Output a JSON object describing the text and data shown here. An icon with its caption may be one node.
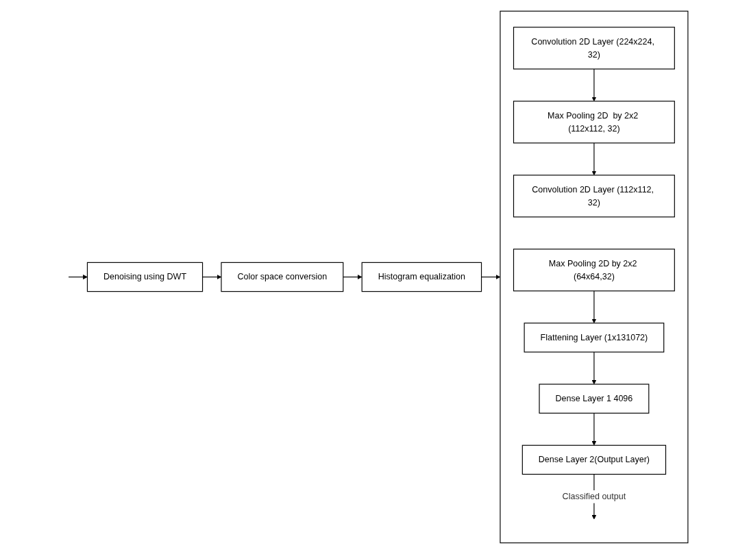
{
  "diagram": {
    "nodes": [
      {
        "text": [
          "Denoising using DWT"
        ]
      },
      {
        "text": [
          "Color space conversion"
        ]
      },
      {
        "text": [
          "Histogram equalization"
        ]
      },
      {
        "text": [],
        "shape": "box"
      },
      {
        "text": [
          "Convolution 2D Layer (224x224, 32)"
        ],
        "in": 3
      },
      {
        "text": [
          "Max Pooling 2D  by 2x2 (112x112, 32)"
        ],
        "in": 3
      },
      {
        "text": [
          "Convolution 2D Layer (112x112, 32)"
        ],
        "in": 3
      },
      {
        "text": [
          "Max Pooling 2D by 2x2 (64x64,32)"
        ],
        "in": 3
      },
      {
        "text": [
          "Flattening Layer (1x131072)"
        ],
        "in": 3
      },
      {
        "text": [
          "Dense Layer 1 4096"
        ],
        "in": 3
      },
      {
        "text": [
          "Dense Layer 2(Output Layer)"
        ],
        "in": 3
      }
    ],
    "edges": [
      {
        "from": null,
        "to": 0,
        "arrow": "to"
      },
      {
        "from": 0,
        "to": 1,
        "arrow": "to"
      },
      {
        "from": 1,
        "to": 2,
        "arrow": "to"
      },
      {
        "from": 2,
        "to": 3,
        "arrow": "to"
      },
      {
        "from": 4,
        "to": 5,
        "arrow": "to"
      },
      {
        "from": 5,
        "to": 6,
        "arrow": "to"
      },
      {
        "from": 7,
        "to": 8,
        "arrow": "to"
      },
      {
        "from": 8,
        "to": 9,
        "arrow": "to"
      },
      {
        "from": 9,
        "to": 10,
        "arrow": "to"
      },
      {
        "from": 10,
        "to": null,
        "arrow": "to",
        "label": "Classified output"
      }
    ]
  }
}
